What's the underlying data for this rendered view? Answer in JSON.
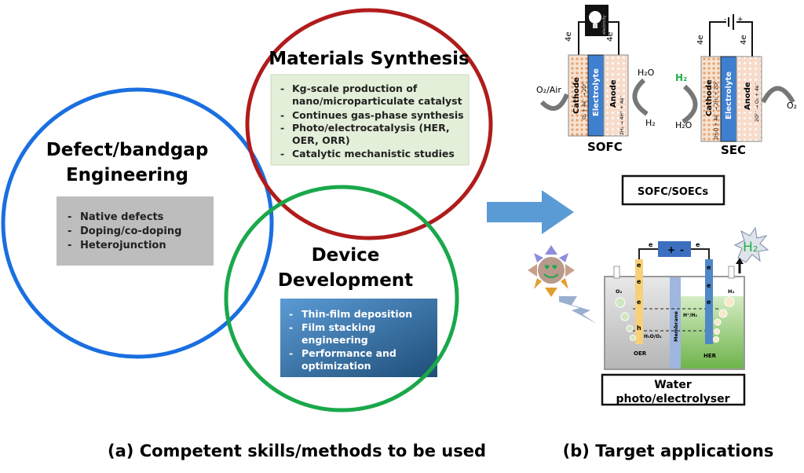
{
  "left": {
    "materials": {
      "title": "Materials Synthesis",
      "items": [
        "Kg-scale production of",
        "nano/microparticulate catalyst",
        "Continues gas-phase synthesis",
        "Photo/electrocatalysis (HER,",
        "OER, ORR)",
        "Catalytic mechanistic studies"
      ]
    },
    "defect": {
      "title1": "Defect/bandgap",
      "title2": "Engineering",
      "items": [
        "Native defects",
        "Doping/co-doping",
        "Heterojunction"
      ]
    },
    "device": {
      "title1": "Device",
      "title2": "Development",
      "items": [
        "Thin-film deposition",
        "Film stacking",
        "engineering",
        "Performance and",
        "optimization"
      ]
    },
    "caption": "(a) Competent skills/methods to be used"
  },
  "right": {
    "sofc": {
      "label": "SOFC",
      "cathode": "Cathode",
      "electrolyte": "Electrolyte",
      "anode": "Anode",
      "e_left": "4e",
      "e_right": "4e",
      "o2": "O₂/Air",
      "h2o": "H₂O",
      "h2": "H₂",
      "bulb": "electricity",
      "cathode_rxn": "O₂ + 4e⁻ → 2O²⁻",
      "anode_rxn": "2H₂ → 4H⁺ + 4e⁻"
    },
    "sec": {
      "label": "SEC",
      "cathode": "Cathode",
      "electrolyte": "Electrolyte",
      "anode": "Anode",
      "e_left": "4e",
      "e_right": "4e",
      "h2": "H₂",
      "h2o": "H₂O",
      "o2": "O₂",
      "cathode_rxn": "2H₂O + 4e⁻ → 2H₂ + 2O²⁻",
      "anode_rxn": "2O²⁻ → O₂ + 4e⁻",
      "plus": "+",
      "minus": "-"
    },
    "sofc_box": "SOFC/SOECs",
    "electrolyser": {
      "label1": "Water",
      "label2": "photo/electrolyser",
      "plus": "+",
      "minus": "-",
      "e": "e",
      "h": "h",
      "o2": "O₂",
      "h2": "H₂",
      "h2_star": "H₂",
      "oer": "OER",
      "her": "HER",
      "membrane": "Membrane",
      "h2o_o2": "H₂O/O₂",
      "h_h2": "H⁺/H₂"
    },
    "caption": "(b) Target applications"
  },
  "colors": {
    "blue_circle": "#1a6fe0",
    "red_circle": "#b01c1c",
    "green_circle": "#1aa84a",
    "arrow": "#5b9bd5",
    "h2_green": "#22b04a"
  }
}
